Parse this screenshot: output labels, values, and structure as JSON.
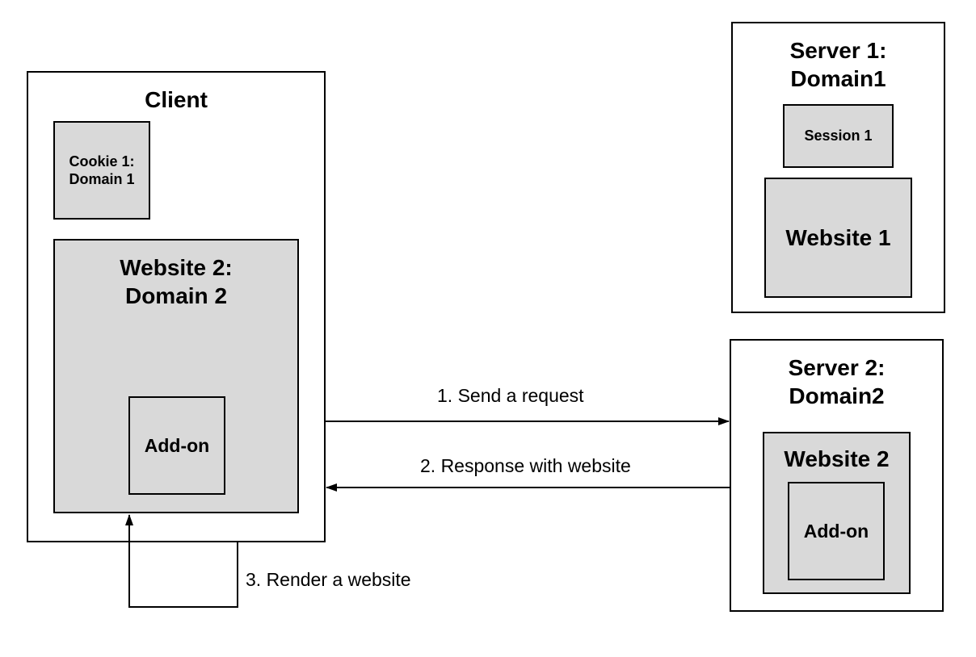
{
  "client": {
    "title": "Client",
    "cookie": "Cookie 1:\nDomain 1",
    "website": "Website 2:\nDomain 2",
    "addon": "Add-on"
  },
  "server1": {
    "title": "Server 1:\nDomain1",
    "session": "Session 1",
    "website": "Website 1"
  },
  "server2": {
    "title": "Server 2:\nDomain2",
    "website": "Website 2",
    "addon": "Add-on"
  },
  "edges": {
    "request": "1. Send a request",
    "response": "2. Response with website",
    "render": "3. Render a website"
  },
  "colors": {
    "box_fill": "#d9d9d9",
    "stroke": "#000000"
  }
}
